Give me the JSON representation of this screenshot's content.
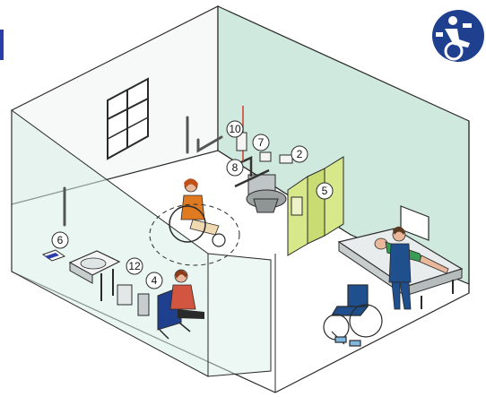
{
  "colors": {
    "wall_green": "#cfe9df",
    "wall_green_dark": "#b9ddd0",
    "floor": "#ffffff",
    "glass": "#d8efe6",
    "screen_yellow": "#d7e88a",
    "logo_blue": "#1f3f8f",
    "bed_green": "#3a9b55",
    "wheelchair_blue": "#1f4f8c",
    "outline": "#2a2a2a",
    "pull_cord_red": "#d23a2a"
  },
  "icons": {
    "logo": "wheelchair-caregiver-logo"
  },
  "callouts": [
    {
      "id": "c2",
      "label": "2"
    },
    {
      "id": "c4",
      "label": "4"
    },
    {
      "id": "c5",
      "label": "5"
    },
    {
      "id": "c6",
      "label": "6"
    },
    {
      "id": "c7",
      "label": "7"
    },
    {
      "id": "c8",
      "label": "8"
    },
    {
      "id": "c10",
      "label": "10"
    },
    {
      "id": "c12",
      "label": "12"
    }
  ]
}
